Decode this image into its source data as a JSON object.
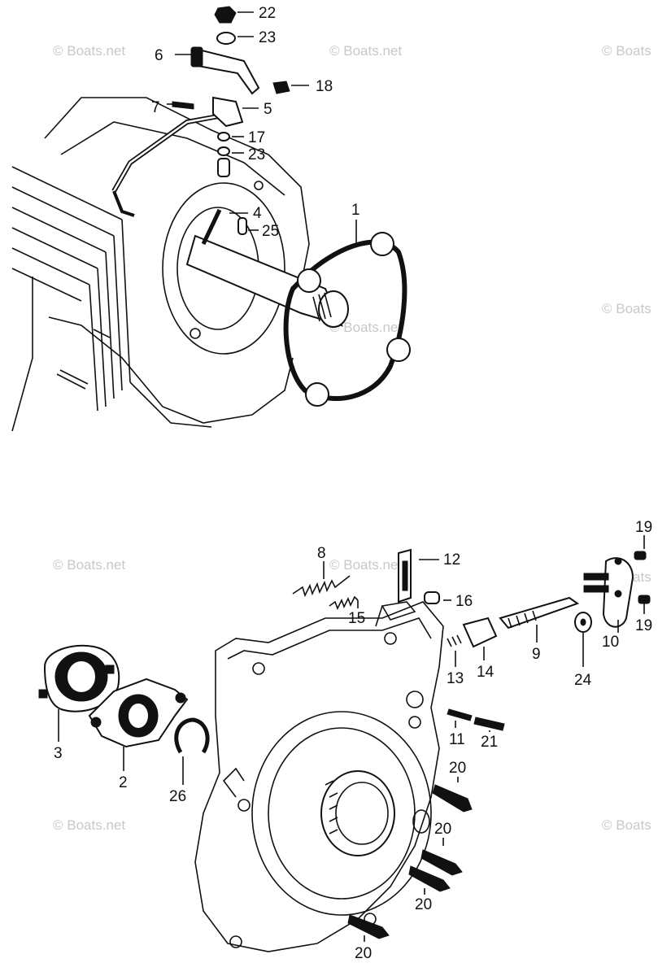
{
  "watermark": "© Boats.net",
  "watermark_partial": "© Boats",
  "callouts_top": [
    "22",
    "23",
    "6",
    "18",
    "7",
    "5",
    "17",
    "23",
    "4",
    "25",
    "1"
  ],
  "callouts_bottom": [
    "8",
    "12",
    "19",
    "15",
    "16",
    "9",
    "10",
    "19",
    "13",
    "14",
    "24",
    "3",
    "11",
    "21",
    "2",
    "26",
    "20",
    "20",
    "20",
    "20"
  ]
}
